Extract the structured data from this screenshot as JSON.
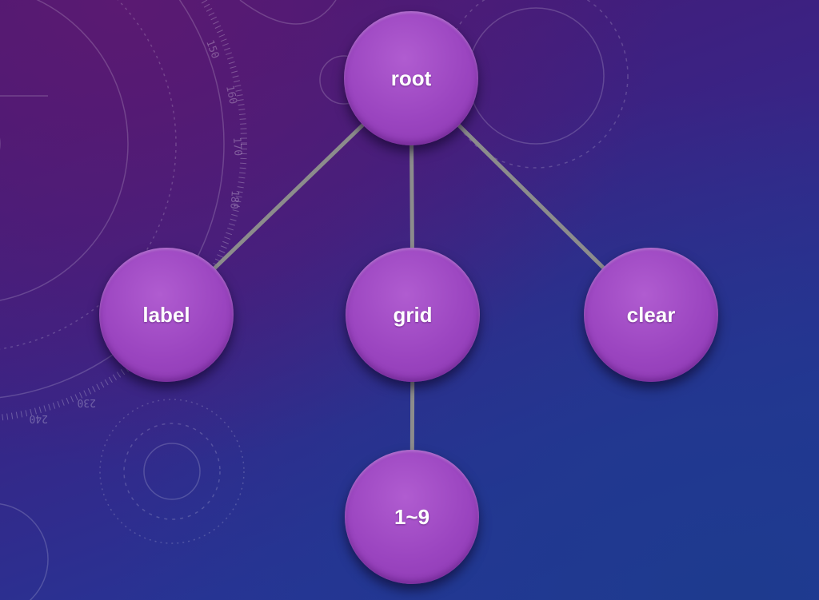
{
  "diagram": {
    "nodes": [
      {
        "id": "root",
        "label": "root"
      },
      {
        "id": "label",
        "label": "label"
      },
      {
        "id": "grid",
        "label": "grid"
      },
      {
        "id": "clear",
        "label": "clear"
      },
      {
        "id": "digits",
        "label": "1~9"
      }
    ],
    "edges": [
      {
        "from": "root",
        "to": "label"
      },
      {
        "from": "root",
        "to": "grid"
      },
      {
        "from": "root",
        "to": "clear"
      },
      {
        "from": "grid",
        "to": "digits"
      }
    ],
    "colors": {
      "node_fill": "#9b45c0",
      "edge": "#8c8c8c",
      "label_text": "#ffffff"
    }
  },
  "background": {
    "dial_ticks": [
      "150",
      "160",
      "170",
      "180",
      "230",
      "240"
    ]
  }
}
